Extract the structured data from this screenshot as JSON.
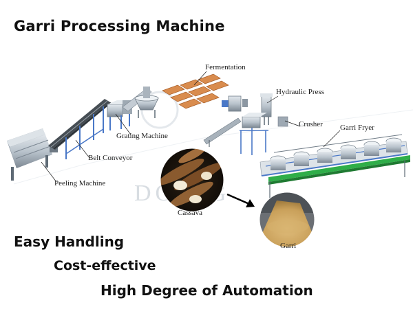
{
  "title": "Garri Processing Machine",
  "labels": {
    "fermentation": "Fermentation",
    "hydraulic_press": "Hydraulic Press",
    "crusher": "Crusher",
    "garri_fryer": "Garri Fryer",
    "grating_machine": "Grating Machine",
    "belt_conveyor": "Belt Conveyor",
    "peeling_machine": "Peeling Machine",
    "cassava": "Cassava",
    "garri": "Garri"
  },
  "features": [
    "Easy Handling",
    "Cost-effective",
    "High Degree of Automation"
  ],
  "watermark": "DOING",
  "colors": {
    "steel": "#b9c3cc",
    "steel_dark": "#6f7b86",
    "frame_blue": "#4a78c7",
    "fryer_green": "#2fae49",
    "wood": "#d98c4e",
    "cassava_skin": "#8a5a2e",
    "garri": "#c9a05a"
  }
}
